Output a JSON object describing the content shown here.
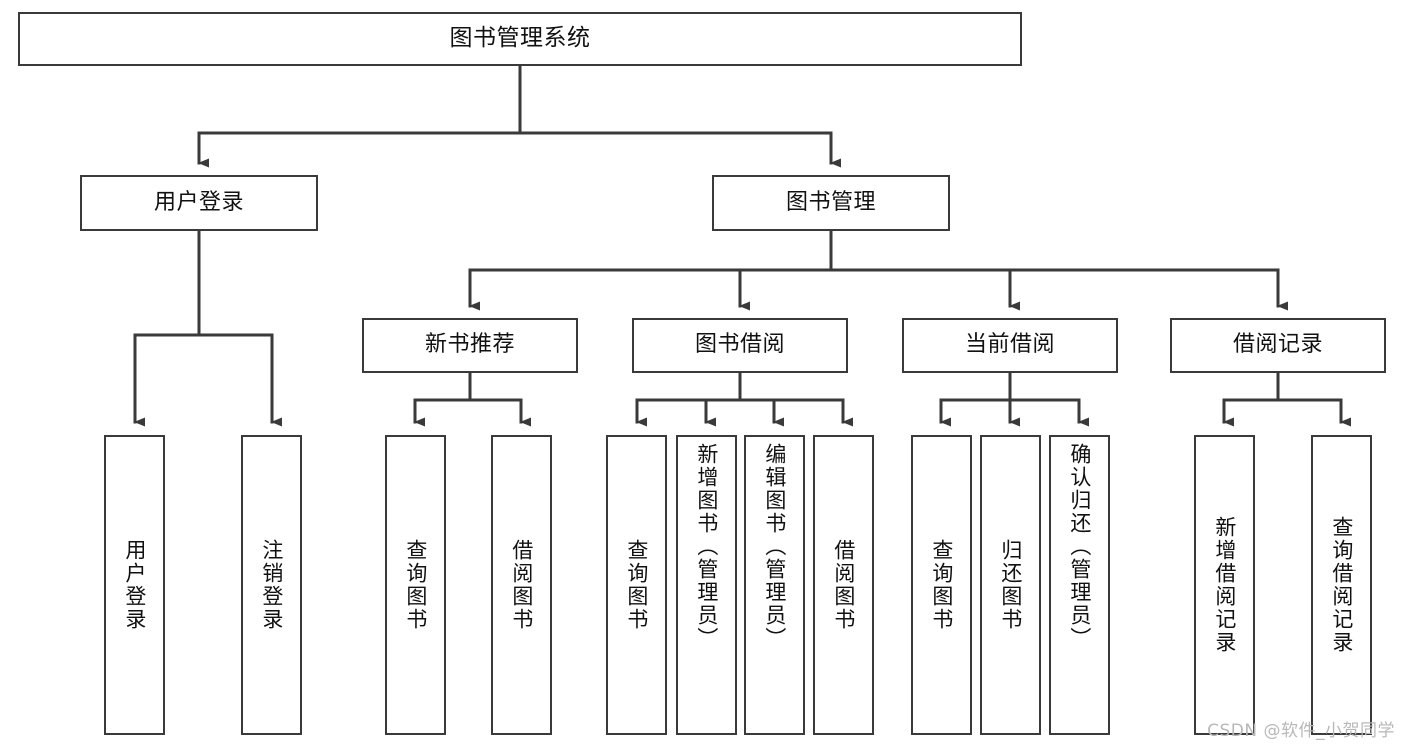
{
  "diagram": {
    "title": "图书管理系统",
    "type": "tree",
    "watermark": "CSDN @软件_小贺同学",
    "colors": {
      "stroke": "#3a3a3a",
      "fill": "#ffffff",
      "text": "#111111",
      "watermark": "#b8b8b8"
    },
    "nodes": {
      "root": {
        "label": "图书管理系统"
      },
      "level2": [
        {
          "label": "用户登录"
        },
        {
          "label": "图书管理"
        }
      ],
      "level3": [
        {
          "label": "新书推荐"
        },
        {
          "label": "图书借阅"
        },
        {
          "label": "当前借阅"
        },
        {
          "label": "借阅记录"
        }
      ],
      "leaves_user_login": [
        {
          "label": "用户登录"
        },
        {
          "label": "注销登录"
        }
      ],
      "leaves_new_book": [
        {
          "label": "查询图书"
        },
        {
          "label": "借阅图书"
        }
      ],
      "leaves_borrow": [
        {
          "label": "查询图书"
        },
        {
          "label": "新增图书（管理员）"
        },
        {
          "label": "编辑图书（管理员）"
        },
        {
          "label": "借阅图书"
        }
      ],
      "leaves_current": [
        {
          "label": "查询图书"
        },
        {
          "label": "归还图书"
        },
        {
          "label": "确认归还（管理员）"
        }
      ],
      "leaves_records": [
        {
          "label": "新增借阅记录"
        },
        {
          "label": "查询借阅记录"
        }
      ]
    }
  }
}
